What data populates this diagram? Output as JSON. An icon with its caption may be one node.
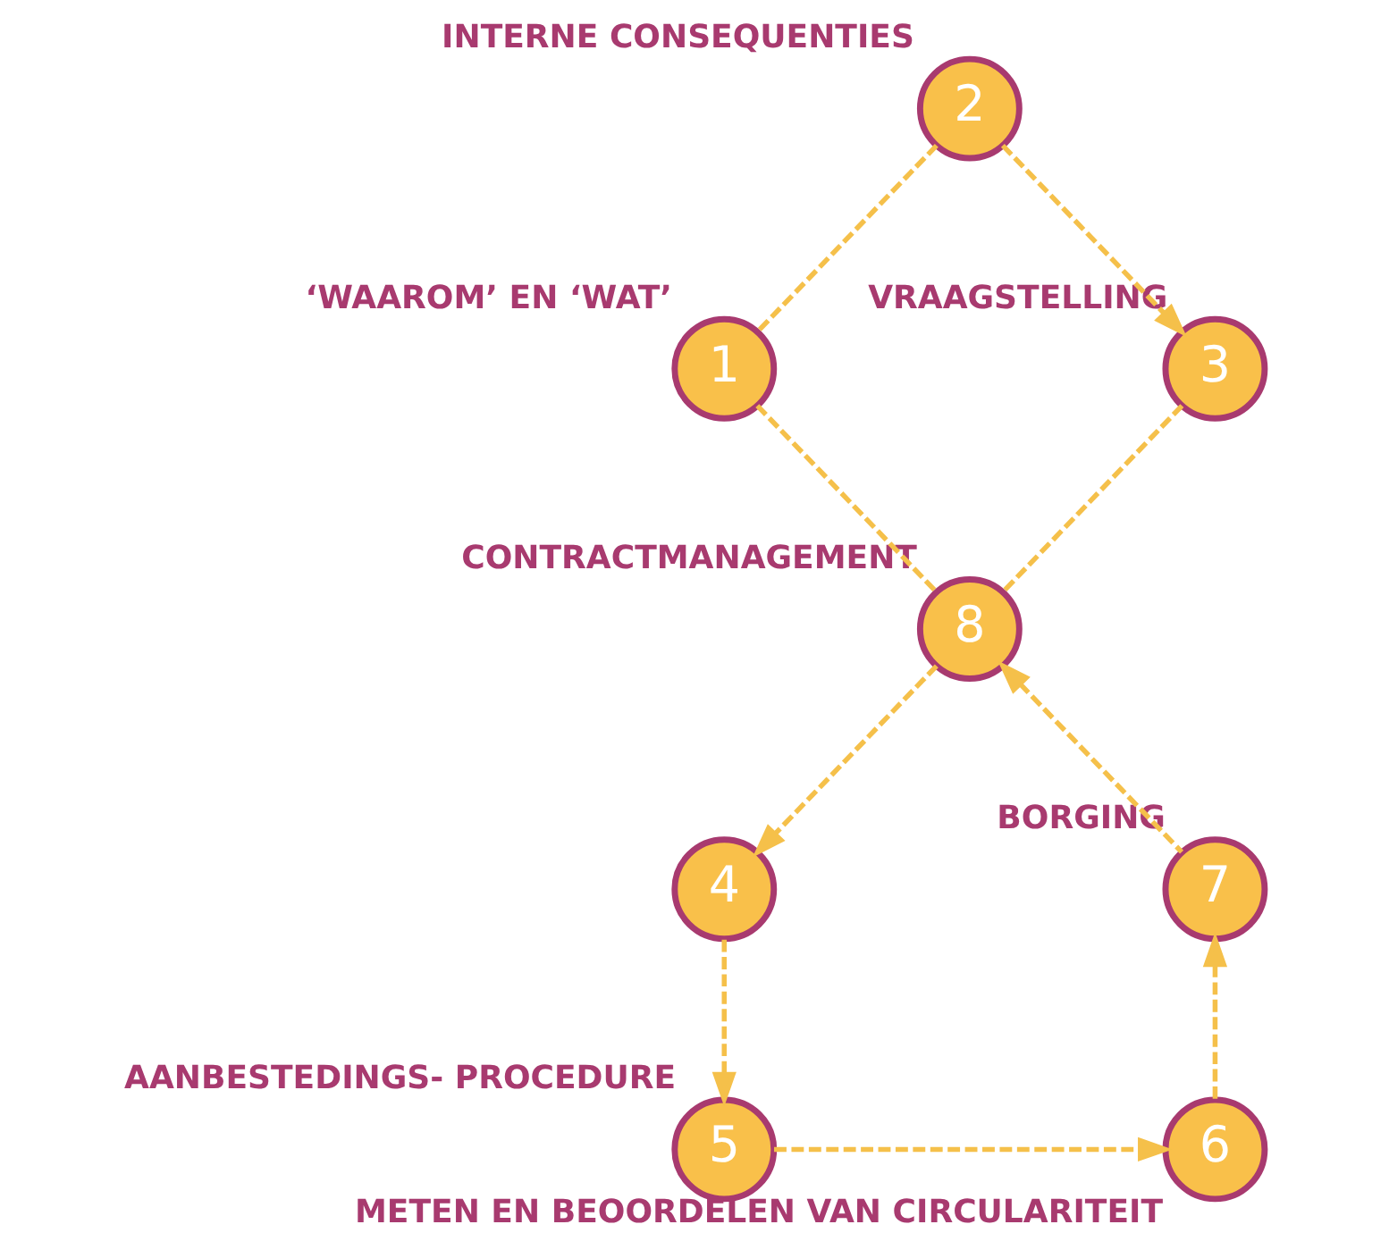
{
  "diagram": {
    "nodes": [
      {
        "text": [
          "1"
        ],
        "beside": [
          "‘WAAROM’ EN ‘WAT’"
        ]
      },
      {
        "text": [
          "2"
        ],
        "beside": [
          "INTERNE CONSEQUENTIES"
        ]
      },
      {
        "text": [
          "3"
        ],
        "beside": [
          "VRAAGSTELLING"
        ]
      },
      {
        "text": [
          "4"
        ]
      },
      {
        "text": [
          "5"
        ],
        "beside": [
          "AANBESTEDINGS- PROCEDURE"
        ]
      },
      {
        "text": [
          "6"
        ],
        "beside": [
          "METEN EN BEOORDELEN VAN CIRCULARITEIT"
        ]
      },
      {
        "text": [
          "7"
        ],
        "beside": [
          "BORGING"
        ]
      },
      {
        "text": [
          "8"
        ],
        "beside": [
          "CONTRACTMANAGEMENT"
        ]
      }
    ],
    "edges": [
      {
        "from": 0,
        "to": 1,
        "arrow": "none",
        "style": "dashed"
      },
      {
        "from": 1,
        "to": 2,
        "arrow": "to",
        "style": "dashed"
      },
      {
        "from": 2,
        "to": 7,
        "arrow": "none",
        "style": "dashed"
      },
      {
        "from": 7,
        "to": 0,
        "arrow": "none",
        "style": "dashed"
      },
      {
        "from": 7,
        "to": 3,
        "arrow": "to",
        "style": "dashed"
      },
      {
        "from": 3,
        "to": 4,
        "arrow": "to",
        "style": "dashed"
      },
      {
        "from": 4,
        "to": 5,
        "arrow": "to",
        "style": "dashed"
      },
      {
        "from": 5,
        "to": 6,
        "arrow": "to",
        "style": "dashed"
      },
      {
        "from": 6,
        "to": 7,
        "arrow": "to",
        "style": "dashed"
      }
    ]
  }
}
